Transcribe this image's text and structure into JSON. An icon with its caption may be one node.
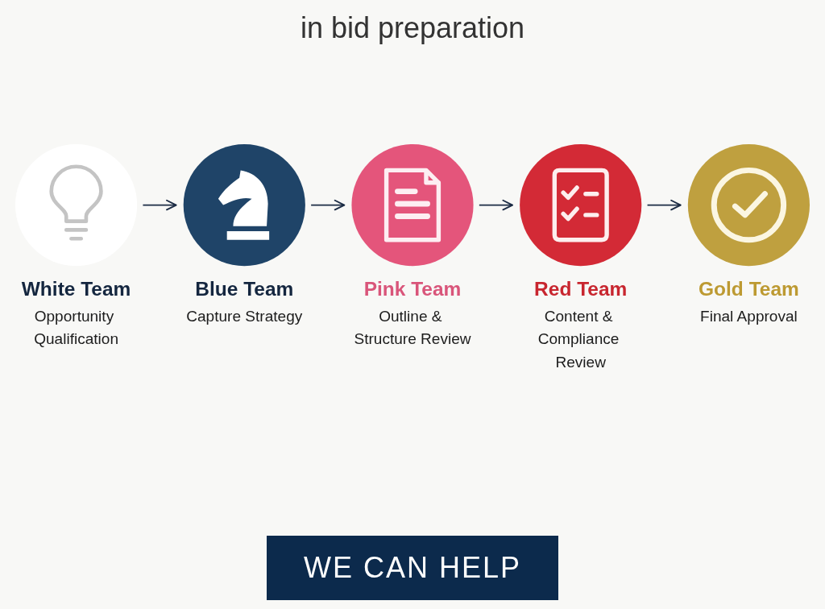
{
  "diagram": {
    "title": "in bid preparation",
    "nodes": [
      {
        "text": [
          "White Team",
          "Opportunity Qualification"
        ]
      },
      {
        "text": [
          "Blue Team",
          "Capture Strategy"
        ]
      },
      {
        "text": [
          "Pink Team",
          "Outline & Structure Review"
        ]
      },
      {
        "text": [
          "Red Team",
          "Content & Compliance Review"
        ]
      },
      {
        "text": [
          "Gold Team",
          "Final Approval"
        ]
      }
    ],
    "edges": [
      {
        "from": 0,
        "to": 1,
        "arrow": "to"
      },
      {
        "from": 1,
        "to": 2,
        "arrow": "to"
      },
      {
        "from": 2,
        "to": 3,
        "arrow": "to"
      },
      {
        "from": 3,
        "to": 4,
        "arrow": "to"
      }
    ],
    "labels": [
      "WE CAN HELP"
    ]
  }
}
